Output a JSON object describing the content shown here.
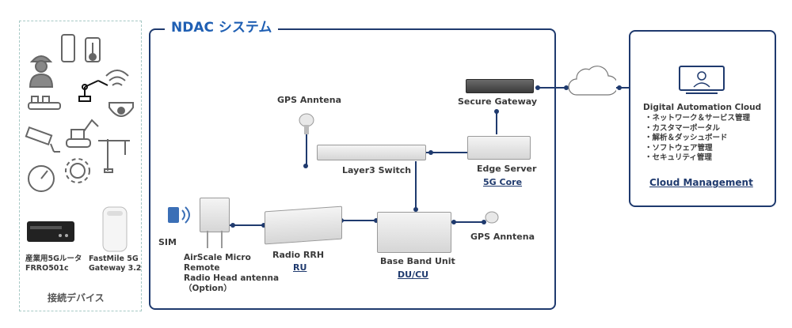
{
  "ndac": {
    "title": "NDAC システム"
  },
  "devices_panel": {
    "footer": "接続デバイス",
    "router_label": [
      "産業用5Gルータ",
      "FRRO501c"
    ],
    "fastmile_label": [
      "FastMile 5G",
      "Gateway 3.2"
    ],
    "icons": [
      "worker-icon",
      "smartphone-icon",
      "thermometer-icon",
      "wifi-icon",
      "robot-arm-icon",
      "conveyor-icon",
      "security-camera-icon",
      "excavator-icon",
      "cctv-icon",
      "crane-icon",
      "gauge-icon",
      "gear-icon"
    ]
  },
  "nodes": {
    "gps_top": "GPS Anntena",
    "layer3": "Layer3 Switch",
    "secure_gateway": "Secure Gateway",
    "edge_server": "Edge Server",
    "core": "5G Core",
    "sim": "SIM",
    "airscale": [
      "AirScale Micro",
      "Remote",
      "Radio Head antenna",
      "（Option）"
    ],
    "rrh": "Radio RRH",
    "ru": "RU",
    "bbu": "Base Band Unit",
    "ducu": "DU/CU",
    "gps_right": "GPS Anntena"
  },
  "cloud": {
    "title": "Digital Automation Cloud",
    "items": [
      "・ネットワーク＆サービス管理",
      "・カスタマーポータル",
      "・解析＆ダッシュボード",
      "・ソフトウェア管理",
      "・セキュリティ管理"
    ],
    "footer": "Cloud Management"
  },
  "colors": {
    "navy": "#1f3a6e",
    "title_blue": "#1f5fb3",
    "dashed_border": "#a7c9c5"
  }
}
